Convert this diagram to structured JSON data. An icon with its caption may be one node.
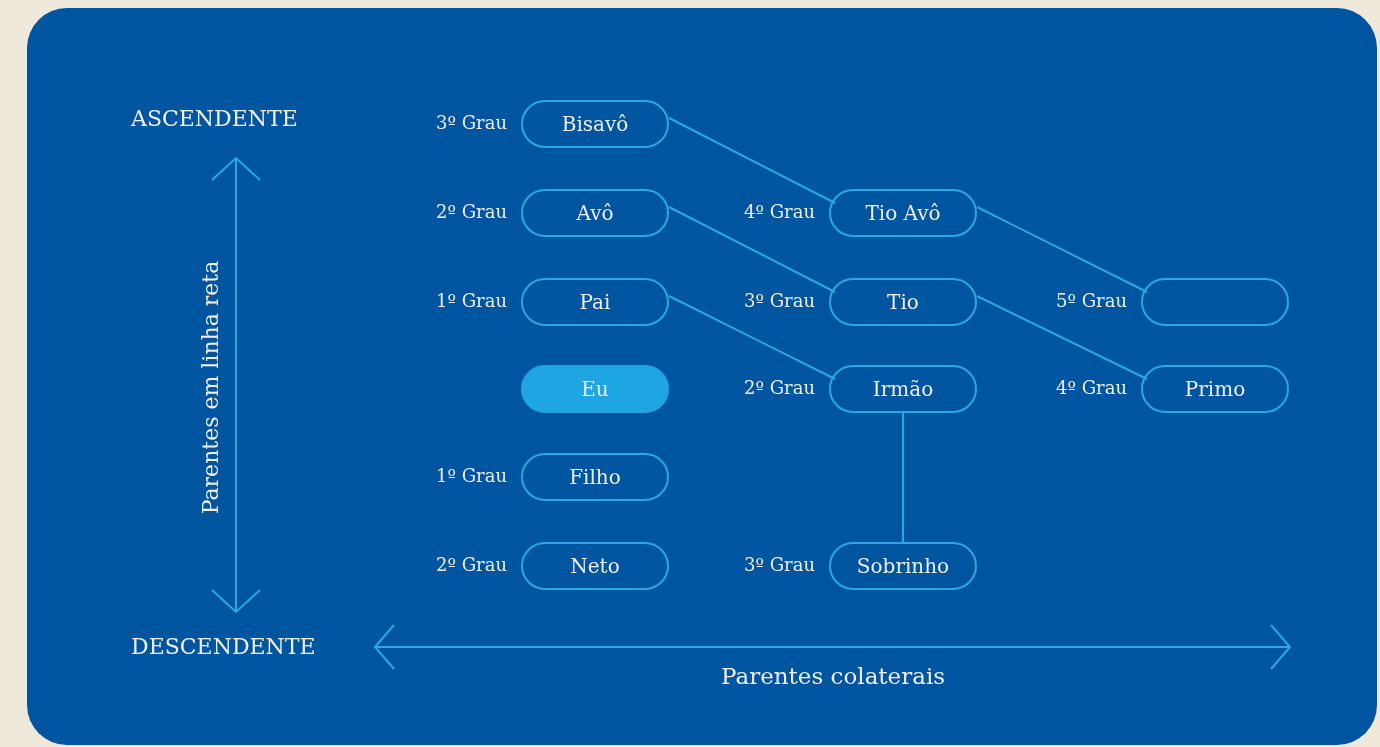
{
  "diagram": {
    "nodes": [
      {
        "text": [
          "Bisavô"
        ],
        "beside": [
          "3º Grau"
        ]
      },
      {
        "text": [
          "Avô"
        ],
        "beside": [
          "2º Grau"
        ]
      },
      {
        "text": [
          "Tio Avô"
        ],
        "beside": [
          "4º Grau"
        ]
      },
      {
        "text": [
          "Pai"
        ],
        "beside": [
          "1º Grau"
        ]
      },
      {
        "text": [
          "Tio"
        ],
        "beside": [
          "3º Grau"
        ]
      },
      {
        "text": [],
        "shape": "box",
        "beside": [
          "5º Grau"
        ]
      },
      {
        "text": [
          "Eu"
        ]
      },
      {
        "text": [
          "Irmão"
        ],
        "beside": [
          "2º Grau"
        ]
      },
      {
        "text": [
          "Primo"
        ],
        "beside": [
          "4º Grau"
        ]
      },
      {
        "text": [
          "Filho"
        ],
        "beside": [
          "1º Grau"
        ]
      },
      {
        "text": [
          "Neto"
        ],
        "beside": [
          "2º Grau"
        ]
      },
      {
        "text": [
          "Sobrinho"
        ],
        "beside": [
          "3º Grau"
        ]
      }
    ],
    "edges": [
      {
        "from": 0,
        "to": 2,
        "arrow": "none"
      },
      {
        "from": 2,
        "to": 5,
        "arrow": "none"
      },
      {
        "from": 1,
        "to": 4,
        "arrow": "none"
      },
      {
        "from": 4,
        "to": 8,
        "arrow": "none"
      },
      {
        "from": 3,
        "to": 7,
        "arrow": "none"
      },
      {
        "from": 7,
        "to": 11,
        "arrow": "none"
      }
    ],
    "labels": [
      "ASCENDENTE",
      "Parentes em linha reta",
      "DESCENDENTE",
      "Parentes colaterais"
    ]
  }
}
